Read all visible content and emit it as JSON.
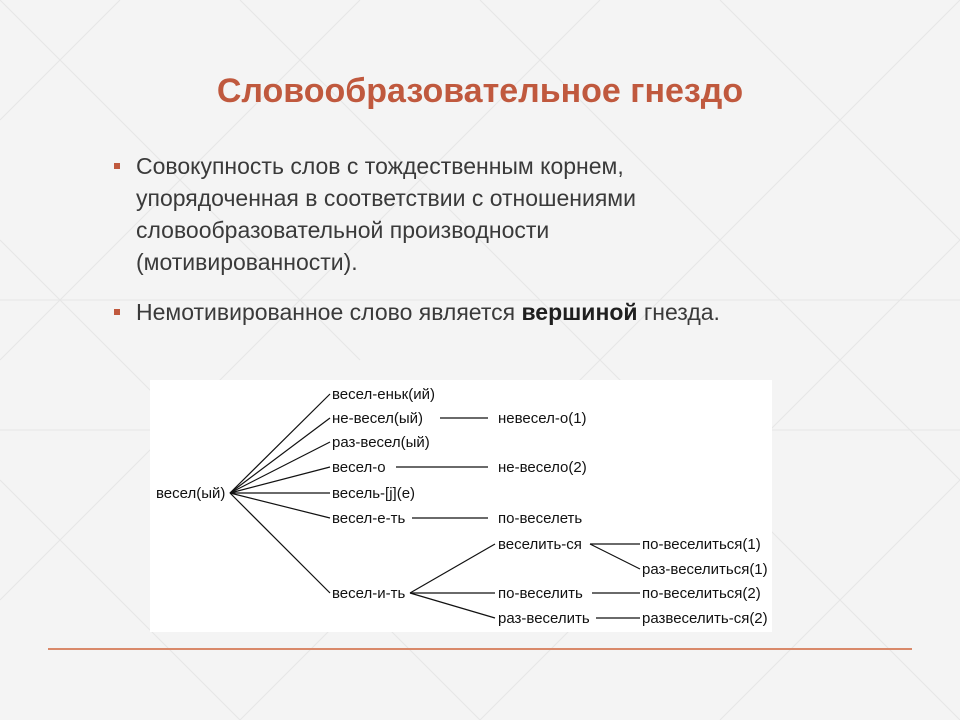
{
  "slide": {
    "title": "Словообразовательное гнездо",
    "accent_color": "#c0593e",
    "bullets": [
      {
        "line1": "Совокупность слов с тождественным корнем,",
        "line2": "упорядоченная в соответствии с отношениями",
        "line3": "словообразовательной производности",
        "line4": "(мотивированности)."
      },
      {
        "pre": "Немотивированное слово является ",
        "bold": "вершиной",
        "post": " гнезда."
      }
    ]
  },
  "diagram": {
    "root": "весел(ый)",
    "level1": [
      "весел-еньк(ий)",
      "не-весел(ый)",
      "раз-весел(ый)",
      "весел-о",
      "весель-[j](е)",
      "весел-е-ть",
      "весел-и-ть"
    ],
    "level2": [
      "невесел-о(1)",
      "не-весело(2)",
      "по-веселеть",
      "веселить-ся",
      "по-веселить",
      "раз-веселить"
    ],
    "level3": [
      "по-веселиться(1)",
      "раз-веселиться(1)",
      "по-веселиться(2)",
      "развеселить-ся(2)"
    ]
  }
}
